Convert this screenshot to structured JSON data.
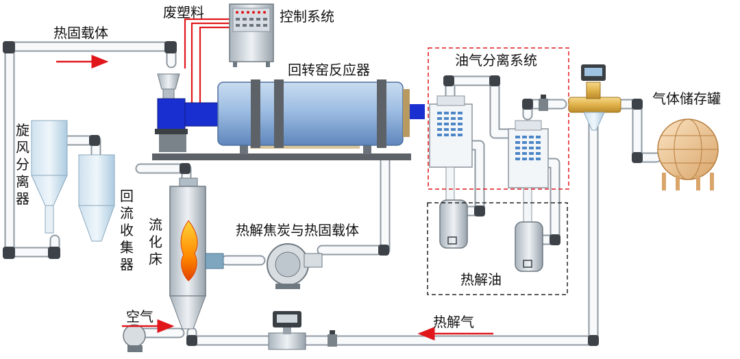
{
  "labels": {
    "heat_carrier_top": "热固载体",
    "waste_plastic": "废塑料",
    "control_system": "控制系统",
    "rotary_kiln": "回转窑反应器",
    "oil_gas_separation": "油气分离系统",
    "gas_storage": "气体储存罐",
    "cyclone": "旋风分离器",
    "return_collector": "回流收集器",
    "fluidized_bed": "流化床",
    "char_and_carrier": "热解焦炭与热固载体",
    "pyrolysis_oil": "热解油",
    "air": "空气",
    "pyrolysis_gas": "热解气"
  },
  "colors": {
    "pipe": "#f4f6f8",
    "pipe_edge": "#9aa3ab",
    "arrow": "#e0161b",
    "kiln_body": "#8fb0d8",
    "drive_blue": "#1a2fd0",
    "separation_border": "#e0161b",
    "oil_border": "#222222",
    "tank": "#f0c48a",
    "flame": "#ff8a00"
  }
}
